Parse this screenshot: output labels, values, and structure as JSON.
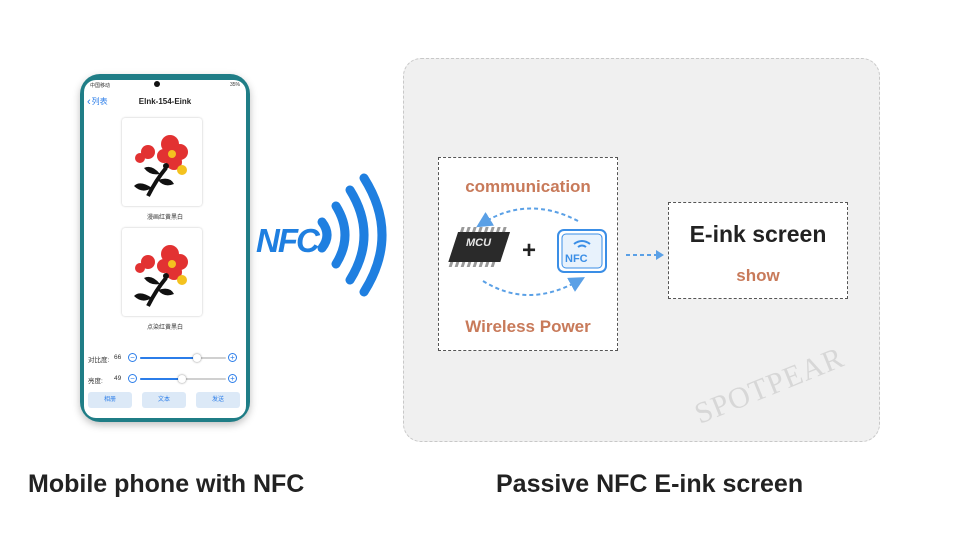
{
  "phone": {
    "status_carrier": "中国移动",
    "status_right": "35%",
    "back_label": "列表",
    "title": "Elnk-154-Eink",
    "images": [
      {
        "caption": "漫画红黄黑白"
      },
      {
        "caption": "点染红黄黑白"
      }
    ],
    "sliders": [
      {
        "label": "对比度:",
        "value": "66",
        "level": 0.66
      },
      {
        "label": "亮度:",
        "value": "49",
        "level": 0.49
      }
    ],
    "buttons": [
      "相册",
      "文本",
      "发送"
    ]
  },
  "nfc_logo": {
    "text": "NFC",
    "color": "#1f7fe0"
  },
  "diagram": {
    "communication_label": "communication",
    "wireless_power_label": "Wireless Power",
    "plus": "+",
    "mcu_chip_text": "MCU",
    "nfc_chip_text": "NFC",
    "eink_title": "E-ink screen",
    "eink_show": "show",
    "accent_color": "#c87a5a",
    "arrow_color": "#5aa0e6"
  },
  "watermark": "SPOTPEAR",
  "captions": {
    "left": "Mobile phone with NFC",
    "right": "Passive NFC E-ink screen"
  }
}
